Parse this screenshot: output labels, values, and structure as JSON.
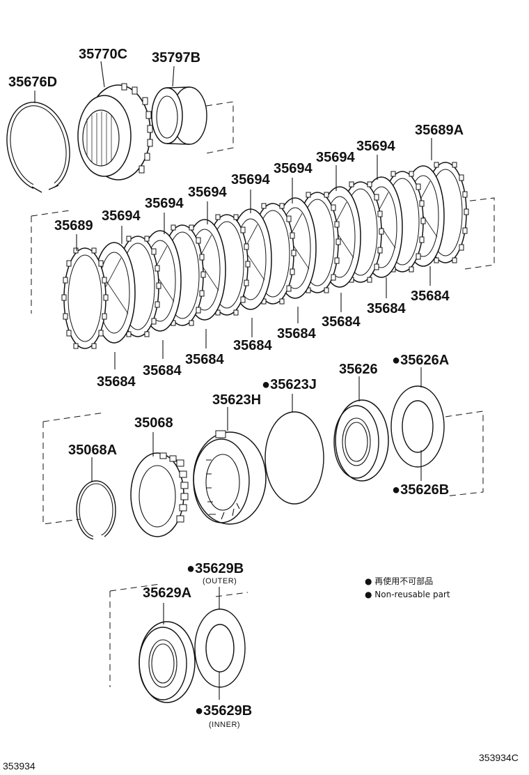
{
  "labels": {
    "p35770C": "35770C",
    "p35797B": "35797B",
    "p35676D": "35676D",
    "p35689A": "35689A",
    "p35694_1": "35694",
    "p35694_2": "35694",
    "p35694_3": "35694",
    "p35694_4": "35694",
    "p35694_5": "35694",
    "p35694_6": "35694",
    "p35694_7": "35694",
    "p35689": "35689",
    "p35684_1": "35684",
    "p35684_2": "35684",
    "p35684_3": "35684",
    "p35684_4": "35684",
    "p35684_5": "35684",
    "p35684_6": "35684",
    "p35684_7": "35684",
    "p35684_8": "35684",
    "p35626": "35626",
    "p35626A": "●35626A",
    "p35623J": "●35623J",
    "p35623H": "35623H",
    "p35068": "35068",
    "p35068A": "35068A",
    "p35626B": "●35626B",
    "p35629B_outer": "●35629B",
    "p35629A": "35629A",
    "p35629B_inner": "●35629B"
  },
  "sublabels": {
    "outer": "(OUTER)",
    "inner": "(INNER)"
  },
  "legend": {
    "line1": "● 再使用不可部品",
    "line2": "● Non-reusable part"
  },
  "footer": {
    "left_code": "353934",
    "right_code": "353934C"
  },
  "icons": {
    "bullet": "filled-circle-icon"
  }
}
